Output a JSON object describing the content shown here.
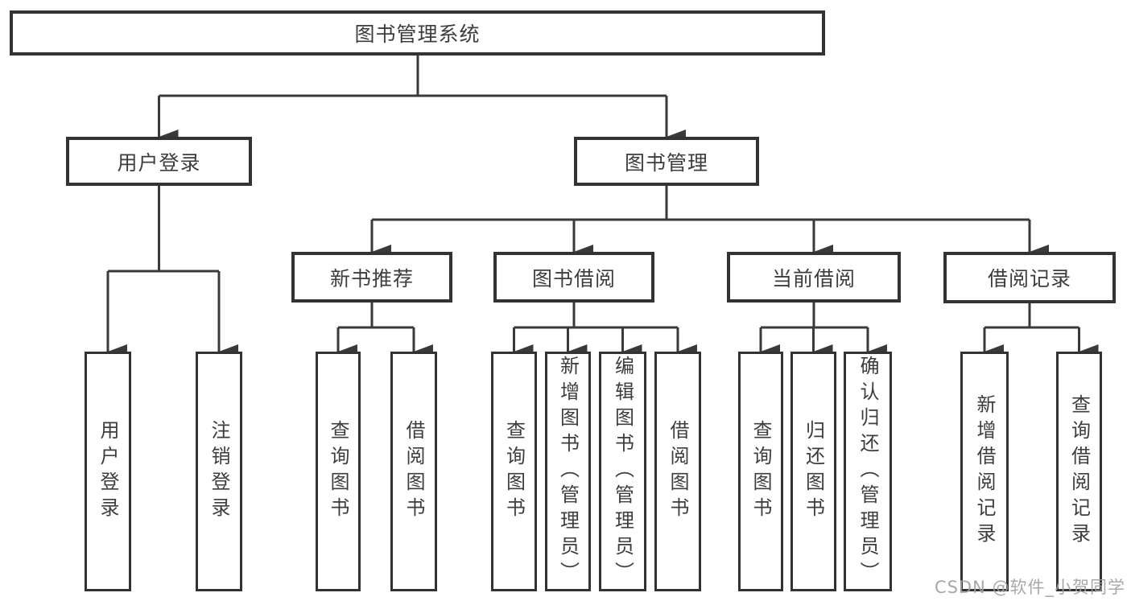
{
  "diagram_title": "图书管理系统",
  "nodes": {
    "root": "图书管理系统",
    "user_login": "用户登录",
    "book_mgmt": "图书管理",
    "new_book_rec": "新书推荐",
    "book_borrow": "图书借阅",
    "current_borrow": "当前借阅",
    "borrow_records": "借阅记录",
    "leaf_user_login": "用户登录",
    "leaf_logout": "注销登录",
    "leaf_query_book_1": "查询图书",
    "leaf_borrow_book_1": "借阅图书",
    "leaf_query_book_2": "查询图书",
    "leaf_add_book": "新增图书（管理员）",
    "leaf_edit_book": "编辑图书（管理员）",
    "leaf_borrow_book_2": "借阅图书",
    "leaf_query_book_3": "查询图书",
    "leaf_return_book": "归还图书",
    "leaf_confirm_return": "确认归还（管理员）",
    "leaf_add_borrow_record": "新增借阅记录",
    "leaf_query_borrow_record": "查询借阅记录"
  },
  "hierarchy": {
    "图书管理系统": {
      "用户登录": [
        "用户登录",
        "注销登录"
      ],
      "图书管理": {
        "新书推荐": [
          "查询图书",
          "借阅图书"
        ],
        "图书借阅": [
          "查询图书",
          "新增图书（管理员）",
          "编辑图书（管理员）",
          "借阅图书"
        ],
        "当前借阅": [
          "查询图书",
          "归还图书",
          "确认归还（管理员）"
        ],
        "借阅记录": [
          "新增借阅记录",
          "查询借阅记录"
        ]
      }
    }
  },
  "watermark": {
    "text": "CSDN @软件_小贺同学"
  },
  "colors": {
    "background": "#ffffff",
    "line": "#3a3a3a",
    "box_border": "#333333",
    "box_fill": "#ffffff",
    "text": "#3d3d3d",
    "watermark_text": "#9e9e9e"
  }
}
